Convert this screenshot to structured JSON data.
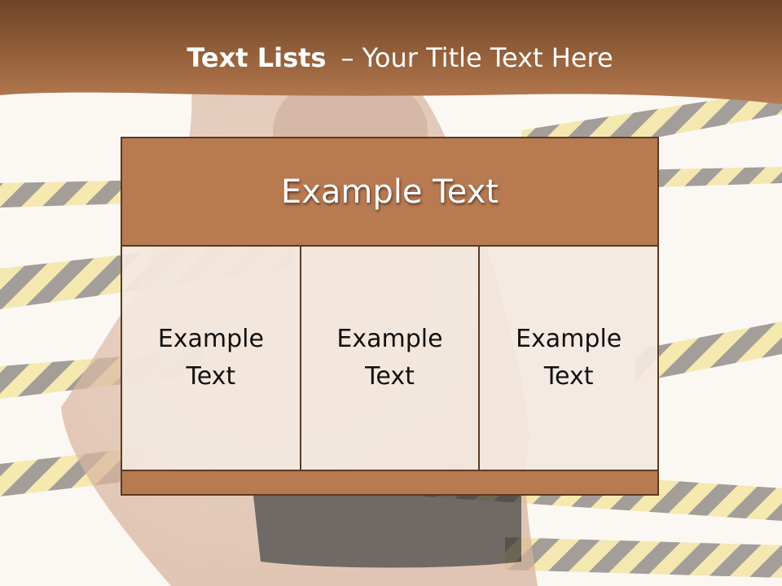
{
  "slide": {
    "title_bold": "Text Lists",
    "title_rest": "– Your Title Text Here"
  },
  "table": {
    "header": "Example Text",
    "cells": [
      "Example Text",
      "Example Text",
      "Example Text"
    ]
  },
  "colors": {
    "banner_top": "#6e4426",
    "banner_bottom": "#b77a4f",
    "header_fill": "#b87a51",
    "cell_fill": "#f3e8df",
    "border": "#5a3a22",
    "tape_yellow": "#e8d12a"
  }
}
